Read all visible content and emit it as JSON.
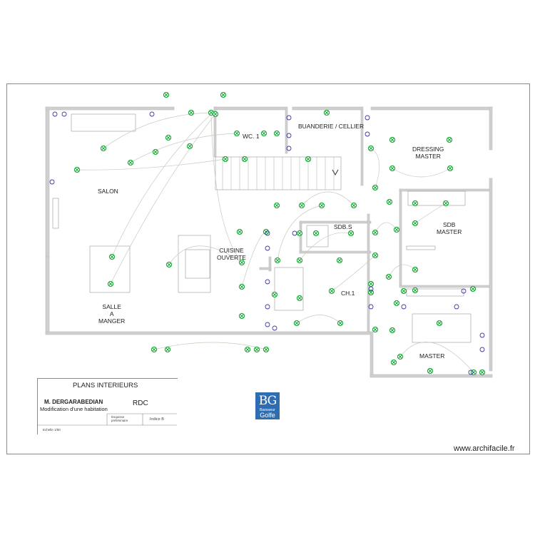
{
  "rooms": {
    "wc": "WC. 1",
    "buanderie": "BUANDERIE / CELLIER",
    "dressing_line1": "DRESSING",
    "dressing_line2": "MASTER",
    "salon": "SALON",
    "sdb_line1": "SDB",
    "sdb_line2": "MASTER",
    "sdbs": "SDB.S",
    "cuisine_line1": "CUISINE",
    "cuisine_line2": "OUVERTE",
    "ch1": "CH.1",
    "salle_line1": "SALLE",
    "salle_line2": "A",
    "salle_line3": "MANGER",
    "master": "MASTER"
  },
  "title_block": {
    "title": "PLANS INTERIEURS",
    "client": "M.  DERGARABEDIAN",
    "project": "Modification d'une habitation",
    "level": "RDC",
    "esquisse_line1": "Esquisse",
    "esquisse_line2": "préliminaire",
    "indice": "Indice B",
    "echelle": "Echelle 1/50"
  },
  "logo": {
    "monogram": "BG",
    "line1": "Barsseur",
    "line2": "Golfe"
  },
  "watermark": "www.archifacile.fr",
  "colors": {
    "wall": "#bdbdbd",
    "symbol_green": "#1aa83a",
    "symbol_blue": "#3b3b9e",
    "wire": "#c9c9bd",
    "logo_blue": "#2f6db3"
  }
}
